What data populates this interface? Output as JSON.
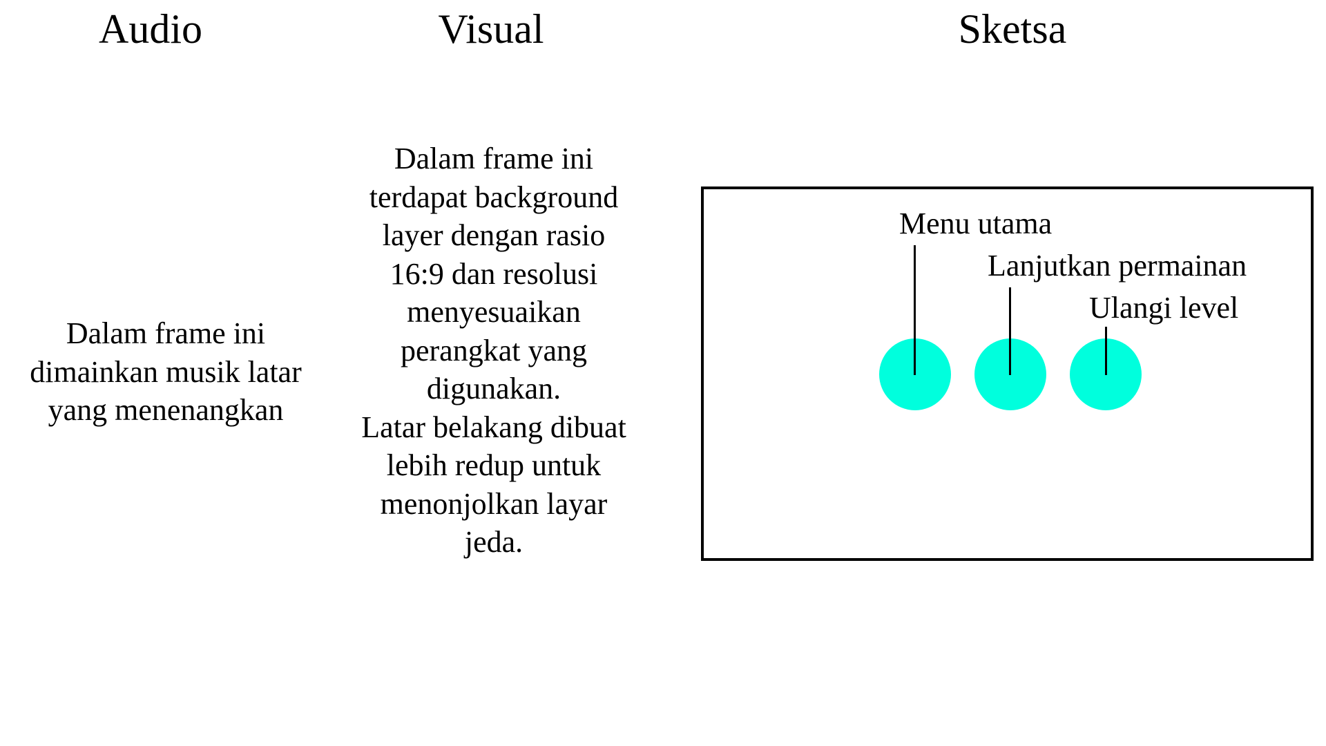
{
  "headings": {
    "audio": "Audio",
    "visual": "Visual",
    "sketch": "Sketsa"
  },
  "audio": {
    "lines": [
      "Dalam frame ini",
      "dimainkan musik latar",
      "yang menenangkan"
    ]
  },
  "visual": {
    "lines": [
      "Dalam frame ini",
      "terdapat background",
      "layer dengan rasio",
      "16:9 dan resolusi",
      "menyesuaikan",
      "perangkat yang",
      "digunakan.",
      "Latar belakang dibuat",
      "lebih redup untuk",
      "menonjolkan layar",
      "jeda."
    ]
  },
  "sketch": {
    "labels": {
      "menu": "Menu utama",
      "continue": "Lanjutkan permainan",
      "restart": "Ulangi level"
    },
    "button_color": "#00FFDD",
    "frame_color": "#000000"
  }
}
